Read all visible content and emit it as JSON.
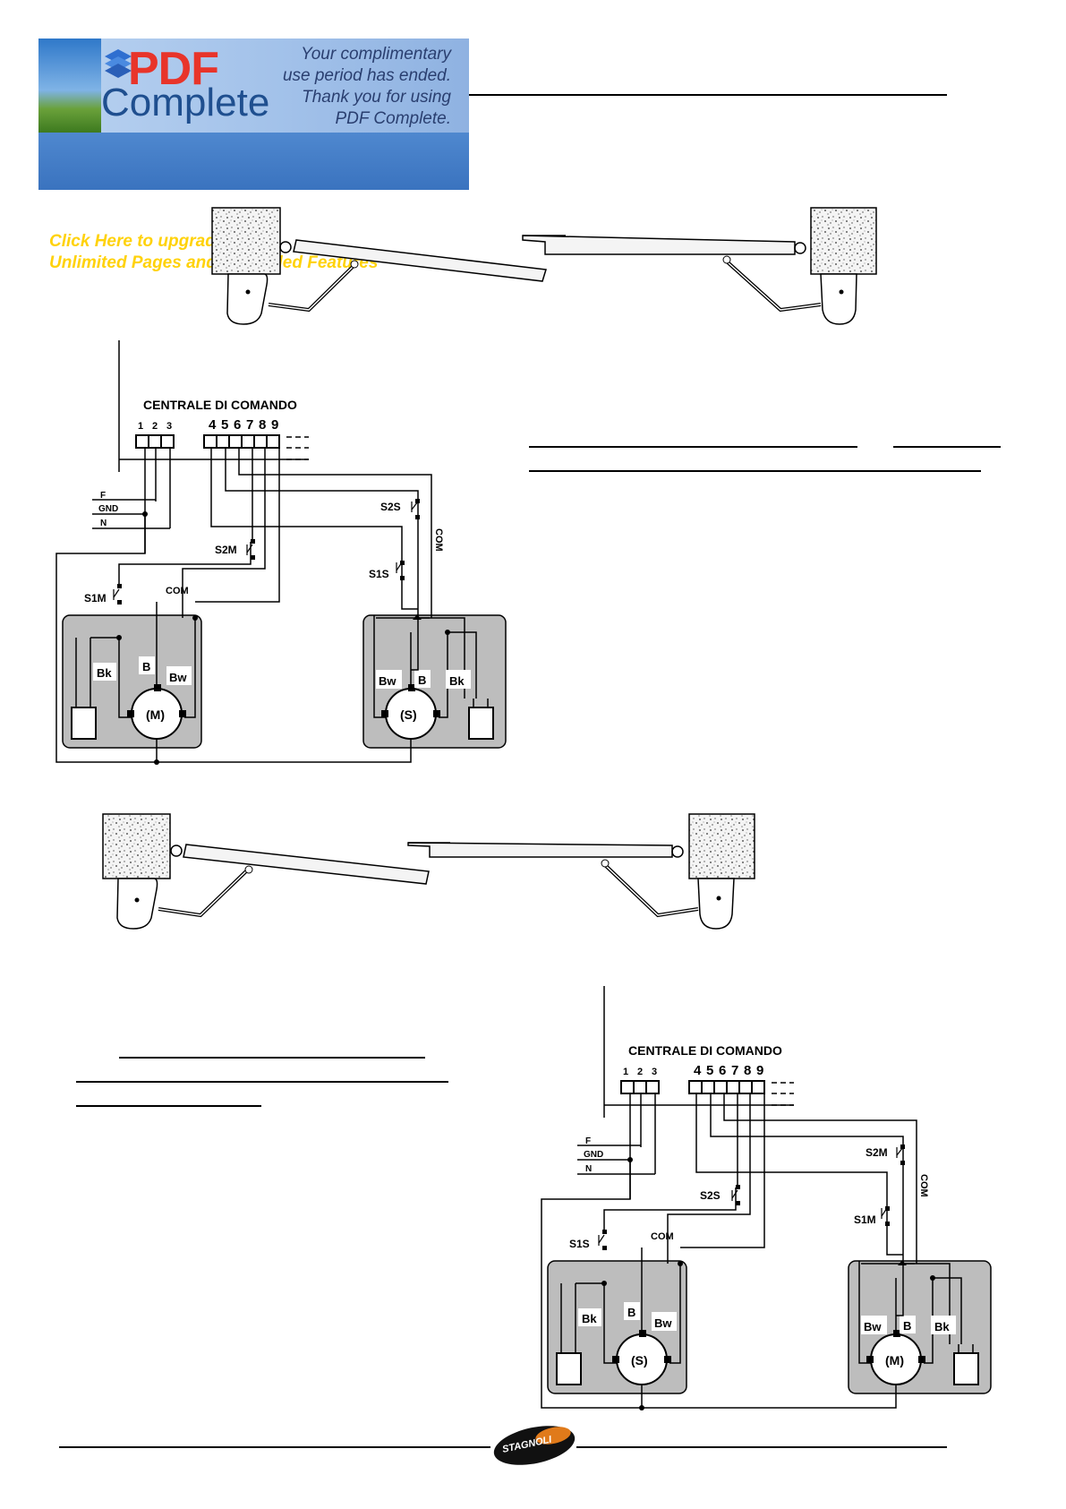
{
  "banner": {
    "brand_pdf": "PDF",
    "brand_complete": "Complete",
    "message_lines": [
      "Your complimentary",
      "use period has ended.",
      "Thank you for using",
      "PDF Complete."
    ],
    "upgrade_lines": [
      "Click Here to upgrade to",
      "Unlimited Pages and Expanded Features"
    ]
  },
  "diagram_top": {
    "panel_title": "CENTRALE DI COMANDO",
    "terminals_a": [
      "1",
      "2",
      "3"
    ],
    "terminals_b": [
      "4",
      "5",
      "6",
      "7",
      "8",
      "9"
    ],
    "supply": [
      "F",
      "GND",
      "N"
    ],
    "switches": [
      "S2S",
      "S1S",
      "S2M",
      "S1M"
    ],
    "com": "COM",
    "com_vertical": "COM",
    "motor_left": "(M)",
    "motor_right": "(S)",
    "wire_labels": [
      "Bk",
      "B",
      "Bw"
    ]
  },
  "diagram_bottom": {
    "panel_title": "CENTRALE DI COMANDO",
    "terminals_a": [
      "1",
      "2",
      "3"
    ],
    "terminals_b": [
      "4",
      "5",
      "6",
      "7",
      "8",
      "9"
    ],
    "supply": [
      "F",
      "GND",
      "N"
    ],
    "switches": [
      "S2M",
      "S1M",
      "S2S",
      "S1S"
    ],
    "com": "COM",
    "com_vertical": "COM",
    "motor_left": "(S)",
    "motor_right": "(M)",
    "wire_labels": [
      "Bk",
      "B",
      "Bw"
    ]
  },
  "footer": {
    "logo_text": "STAGNOLI"
  }
}
